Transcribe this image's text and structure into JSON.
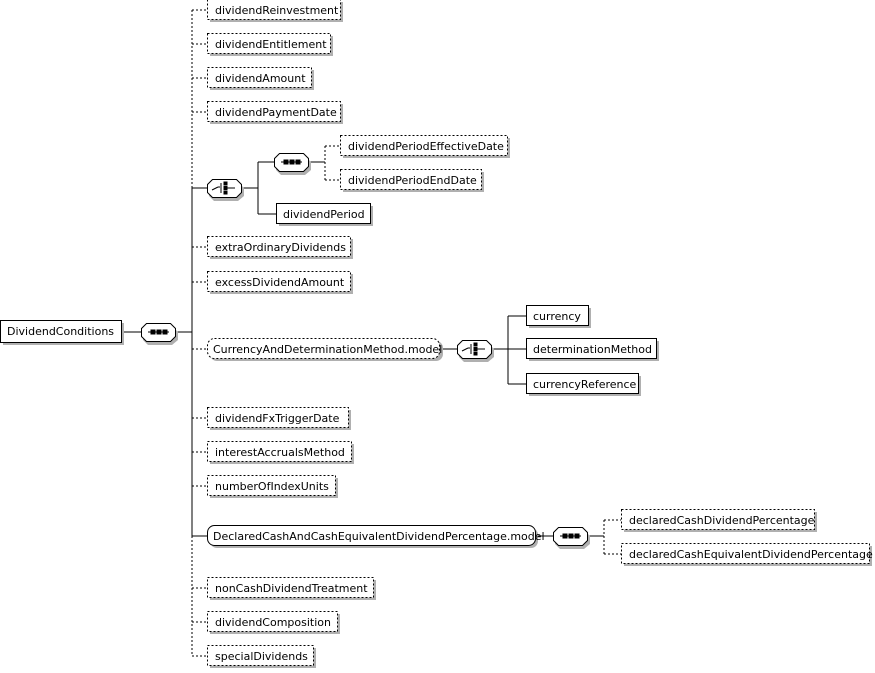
{
  "root": {
    "label": "DividendConditions"
  },
  "compositors": {
    "root_sequence": "sequence-icon",
    "period_choice": "choice-icon",
    "period_sequence": "sequence-icon",
    "currency_choice": "choice-icon",
    "declared_sequence": "sequence-icon"
  },
  "elements": {
    "dividendReinvestment": "dividendReinvestment",
    "dividendEntitlement": "dividendEntitlement",
    "dividendAmount": "dividendAmount",
    "dividendPaymentDate": "dividendPaymentDate",
    "dividendPeriodEffectiveDate": "dividendPeriodEffectiveDate",
    "dividendPeriodEndDate": "dividendPeriodEndDate",
    "dividendPeriod": "dividendPeriod",
    "extraOrdinaryDividends": "extraOrdinaryDividends",
    "excessDividendAmount": "excessDividendAmount",
    "currencyModel": "CurrencyAndDeterminationMethod.model",
    "currency": "currency",
    "determinationMethod": "determinationMethod",
    "currencyReference": "currencyReference",
    "dividendFxTriggerDate": "dividendFxTriggerDate",
    "interestAccrualsMethod": "interestAccrualsMethod",
    "numberOfIndexUnits": "numberOfIndexUnits",
    "declaredModel": "DeclaredCashAndCashEquivalentDividendPercentage.model",
    "declaredCashDividendPercentage": "declaredCashDividendPercentage",
    "declaredCashEquivalentDividendPercentage": "declaredCashEquivalentDividendPercentage",
    "nonCashDividendTreatment": "nonCashDividendTreatment",
    "dividendComposition": "dividendComposition",
    "specialDividends": "specialDividends"
  }
}
